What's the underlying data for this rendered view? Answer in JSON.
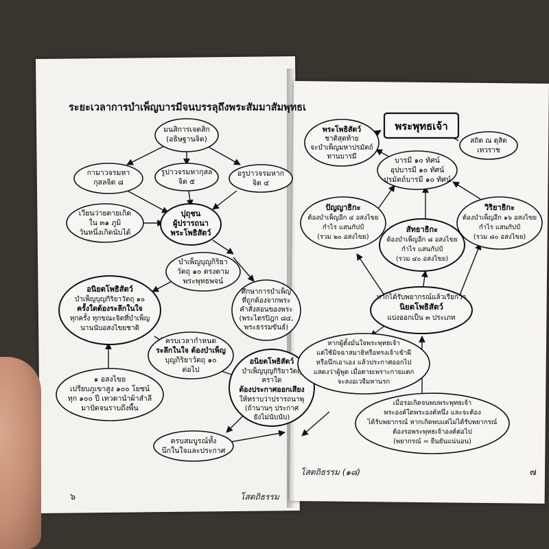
{
  "left_page": {
    "heading": "ระยะเวลาการบำเพ็ญบารมีจนบรรลุถึงพระสัมมาสัมพุทธเ",
    "page_number": "๖",
    "footer": "โสตถิธรรม",
    "nodes": {
      "manasikan": [
        "มนสิการเจตสิก",
        "(อธิษฐานจิต)"
      ],
      "kamavacara": [
        "กามาวจรมหา",
        "กุสลจิต ๘"
      ],
      "rupavacara": [
        "รูปาวจรมหากุสล",
        "จิต ๕"
      ],
      "arupavacara": [
        "อรูปาวจรมหาก",
        "จิต ๔"
      ],
      "wandering": [
        "เวียนว่ายตายเกิด",
        "ใน ๓๑ ภูมิ",
        "วันหนึ่งเกิดนับได้"
      ],
      "puthujjana": [
        "ปุถุชน",
        "ผู้ปรารถนา",
        "พระโพธิสัตว์"
      ],
      "merit_acts": [
        "บำเพ็ญบุญกิริยา",
        "วัตถุ ๑๐ ตรงตาม",
        "พระพุทธพจน์"
      ],
      "study": [
        "ศึกษาการบำเพ็ญ",
        "ที่ถูกต้องจากพระ",
        "คำสั่งสอนของพระ",
        "(พระไตรปิฎก ๘๔,",
        "พระธรรมขันธ์)"
      ],
      "aniyata_mind": [
        "อนิยตโพธิสัตว์",
        "บำเพ็ญบุญกิริยาวัตถุ ๑๐",
        "ครั้งใดต้องระลึกในใจ",
        "ทุกครั้ง ทุกขณะจิตที่บำเพ็ญ",
        "นานนับอสงไขยชาติ"
      ],
      "period_mind": [
        "ครบเวลากำหนด",
        "ระลึกในใจ ต้องบำเพ็ญ",
        "บุญกิริยาวัตถุ ๑๐",
        "ต่อไป"
      ],
      "aniyata_speech": [
        "อนิยตโพธิสัตว์",
        "บำเพ็ญบุญกิริยาวัตถุ",
        "คราใด",
        "ต้องประกาศออกเสียง",
        "ให้ทราบว่าปรารถนาพุ",
        "(ถ้านานๆ ประกาศ",
        "ยังไม่นับนับ)"
      ],
      "asankheyya": [
        "๑ อสงไขย",
        "เปรียบภูเขาสูง ๑๐๐ โยชน์",
        "ทุก ๑๐๐ ปี เทวดานำผ้าสำลี",
        "มาปัดจนราบถึงพื้น"
      ],
      "complete": [
        "ครบสมบูรณ์ทั้ง",
        "นึกในใจและประกาศ"
      ]
    }
  },
  "right_page": {
    "page_number": "๗",
    "footer": "โสตถิธรรม (๑๘)",
    "nodes": {
      "buddha": [
        "พระพุทธเจ้า"
      ],
      "bodhisatta": [
        "พระโพธิสัตว์",
        "ชาติสุดท้าย",
        "จะบำเพ็ญมหาปรมัตถ์",
        "ทานบารมี"
      ],
      "tusita": [
        "สถิต ณ ดุสิต",
        "เทวราช"
      ],
      "barami": [
        "บารมี ๑๐ ทัศน์",
        "อุปบารมี ๑๐ ทัศน์",
        "ปรมัตถ์บารมี ๑๐ ทัศน์"
      ],
      "panna": [
        "ปัญญาธิกะ",
        "ต้องบำเพ็ญอีก ๔ อสงไขย",
        "กำไร แสนกัปป์",
        "(รวม ๒๐ อสงไขย)"
      ],
      "saddha": [
        "สัทธาธิกะ",
        "ต้องบำเพ็ญอีก ๘ อสงไขย",
        "กำไร แสนกัปป์",
        "(รวม ๔๐ อสงไขย)"
      ],
      "viriya": [
        "วิริยาธิกะ",
        "ต้องบำเพ็ญอีก ๑๖ อสงไขย",
        "กำไร แสนกัปป์",
        "(รวม ๘๐ อสงไขย)"
      ],
      "niyata": [
        "หากได้รับพยากรณ์แล้วเรียกว่า",
        "นิยตโพธิสัตว์",
        "แบ่งออกเป็น ๓ ประเภท"
      ],
      "renounce": [
        "หากผู้ตั้งมั่นใจพระพุทธเจ้า",
        "แต่ใช้มิจฉาสมาธิหรือทรงเจ้าเข้าผี",
        "หรือนึกเอาเอง แล้วประกาศออกไป",
        "แสดงว่าผู้พูด เมื่อตายเพราะกายแตก",
        "จะลงอเวจีมหานรก"
      ],
      "meet_buddha": [
        "เมื่อรอเกิดจนพบพระพุทธเจ้า",
        "พระองค์ใดพระองค์หนึ่ง และจะต้อง",
        "ได้รับพยากรณ์ หากเกิดพบแต่ไม่ได้รับพยากรณ์",
        "ต้องรอพระพุทธเจ้าองค์ต่อไป",
        "(พยากรณ์ = ยืนยันแน่นอน)"
      ]
    }
  }
}
